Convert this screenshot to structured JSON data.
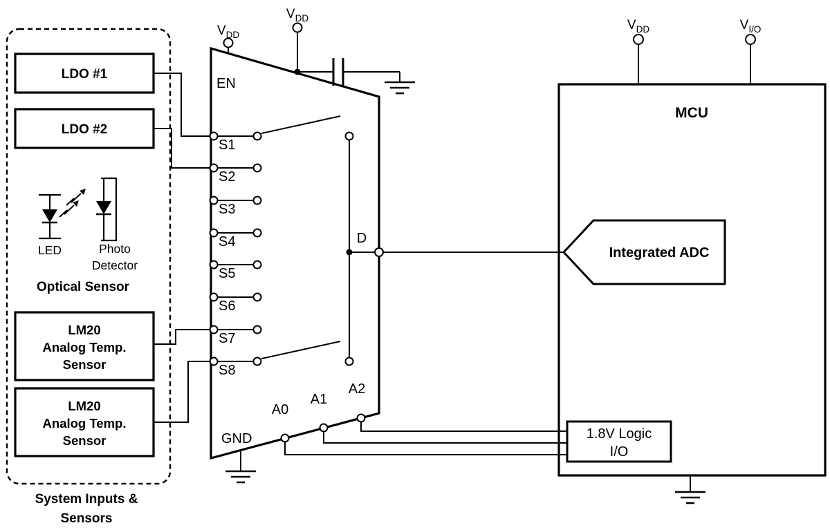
{
  "sensors_panel": {
    "group_label_line1": "System Inputs &",
    "group_label_line2": "Sensors",
    "ldo1_label": "LDO #1",
    "ldo2_label": "LDO #2",
    "optical": {
      "led_label": "LED",
      "photo_label_line1": "Photo",
      "photo_label_line2": "Detector",
      "title": "Optical Sensor"
    },
    "lm20": {
      "line1": "LM20",
      "line2": "Analog Temp.",
      "line3": "Sensor"
    }
  },
  "mux": {
    "en_label": "EN",
    "gnd_label": "GND",
    "d_label": "D",
    "a_labels": [
      "A0",
      "A1",
      "A2"
    ],
    "s_labels": [
      "S1",
      "S2",
      "S3",
      "S4",
      "S5",
      "S6",
      "S7",
      "S8"
    ]
  },
  "mcu": {
    "title": "MCU",
    "adc_label": "Integrated ADC",
    "logic_label_line1": "1.8V Logic",
    "logic_label_line2": "I/O"
  },
  "supplies": {
    "vdd": {
      "base": "V",
      "sub": "DD"
    },
    "vio": {
      "base": "V",
      "sub": "I/O"
    }
  },
  "colors": {
    "line": "#000000",
    "background": "#ffffff"
  }
}
